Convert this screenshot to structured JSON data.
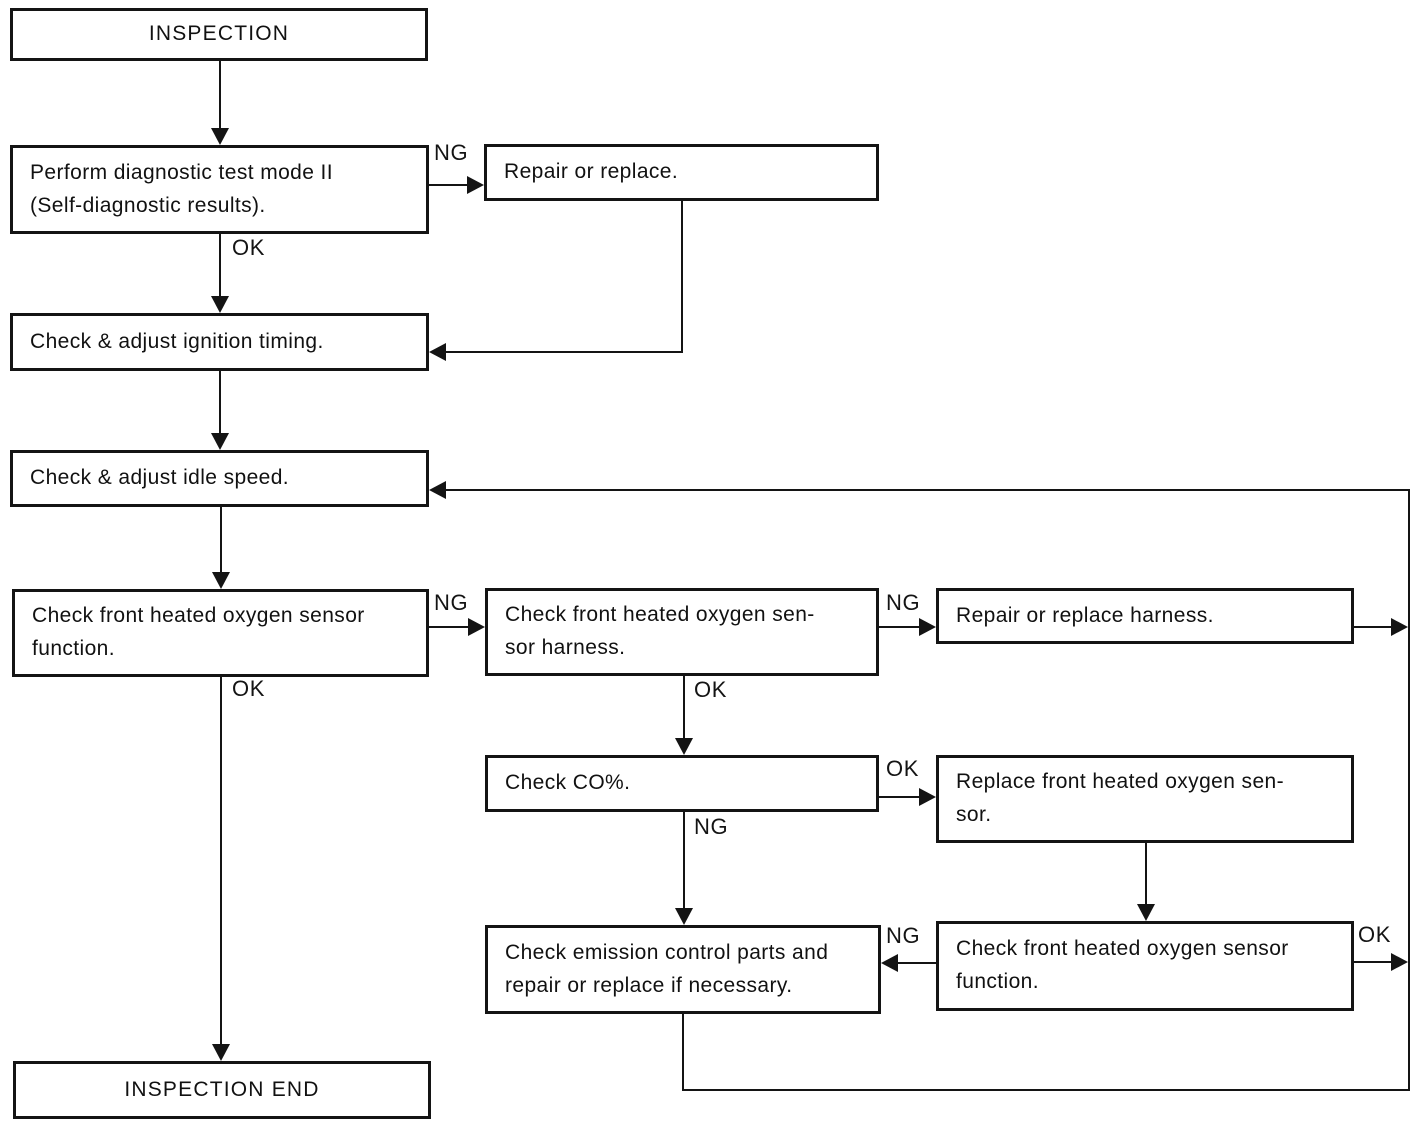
{
  "diagram": {
    "type": "flowchart",
    "colors": {
      "line": "#141414",
      "background": "#ffffff",
      "text": "#141414"
    },
    "nodes": [
      {
        "id": "inspection",
        "label": "INSPECTION"
      },
      {
        "id": "diag-test",
        "label": "Perform diagnostic test mode II\n(Self-diagnostic results)."
      },
      {
        "id": "repair-replace",
        "label": "Repair or replace."
      },
      {
        "id": "ignition-timing",
        "label": "Check & adjust ignition timing."
      },
      {
        "id": "idle-speed",
        "label": "Check & adjust idle speed."
      },
      {
        "id": "o2-function-1",
        "label": "Check front heated oxygen sensor\nfunction."
      },
      {
        "id": "o2-harness",
        "label": "Check front heated oxygen sen-\nsor harness."
      },
      {
        "id": "repair-harness",
        "label": "Repair or replace harness."
      },
      {
        "id": "check-co",
        "label": "Check CO%."
      },
      {
        "id": "replace-o2",
        "label": "Replace front heated oxygen sen-\nsor."
      },
      {
        "id": "emission-parts",
        "label": "Check emission control parts and\nrepair or replace if necessary."
      },
      {
        "id": "o2-function-2",
        "label": "Check front heated oxygen sensor\nfunction."
      },
      {
        "id": "inspection-end",
        "label": "INSPECTION END"
      }
    ],
    "edge_labels": [
      {
        "id": "ng-diag",
        "text": "NG"
      },
      {
        "id": "ok-diag",
        "text": "OK"
      },
      {
        "id": "ng-o2-1",
        "text": "NG"
      },
      {
        "id": "ok-o2-1",
        "text": "OK"
      },
      {
        "id": "ng-harness",
        "text": "NG"
      },
      {
        "id": "ok-harness",
        "text": "OK"
      },
      {
        "id": "ok-co",
        "text": "OK"
      },
      {
        "id": "ng-co",
        "text": "NG"
      },
      {
        "id": "ng-o2-2",
        "text": "NG"
      },
      {
        "id": "ok-o2-2",
        "text": "OK"
      }
    ]
  }
}
